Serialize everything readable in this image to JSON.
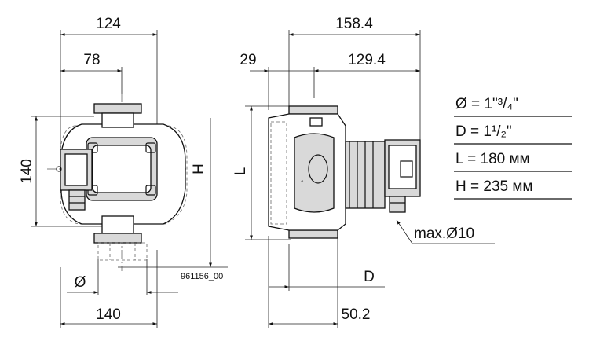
{
  "dimensions": {
    "front_width_total": "124",
    "front_width_center": "78",
    "front_height": "140",
    "front_h_label": "H",
    "front_bottom_width": "140",
    "front_diameter_symbol": "Ø",
    "side_width_total": "158.4",
    "side_left_offset": "29",
    "side_right_width": "129.4",
    "side_l_label": "L",
    "side_d_label": "D",
    "side_bottom_width": "50.2",
    "cable_gland": "max.Ø10"
  },
  "drawing_code": "961156_00",
  "specs": [
    {
      "label": "Ø = 1\"¾\"",
      "text": "Ø = 1\"³/₄\""
    },
    {
      "label": "D = 1½\"",
      "text": "D = 1¹/₂\""
    },
    {
      "label": "L = 180 мм",
      "text": "L = 180 мм"
    },
    {
      "label": "H = 235 мм",
      "text": "H = 235 мм"
    }
  ]
}
